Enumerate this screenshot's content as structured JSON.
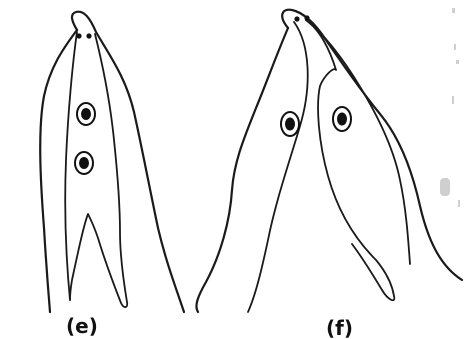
{
  "panels": [
    {
      "id": "e",
      "label": "(e)",
      "nuclei_count": 2,
      "basal_bodies_count": 2
    },
    {
      "id": "f",
      "label": "(f)",
      "nuclei_count": 2,
      "basal_bodies_count": 2
    }
  ],
  "colors": {
    "stroke": "#1a1a1a",
    "nucleus": "#111111",
    "background": "#ffffff"
  }
}
